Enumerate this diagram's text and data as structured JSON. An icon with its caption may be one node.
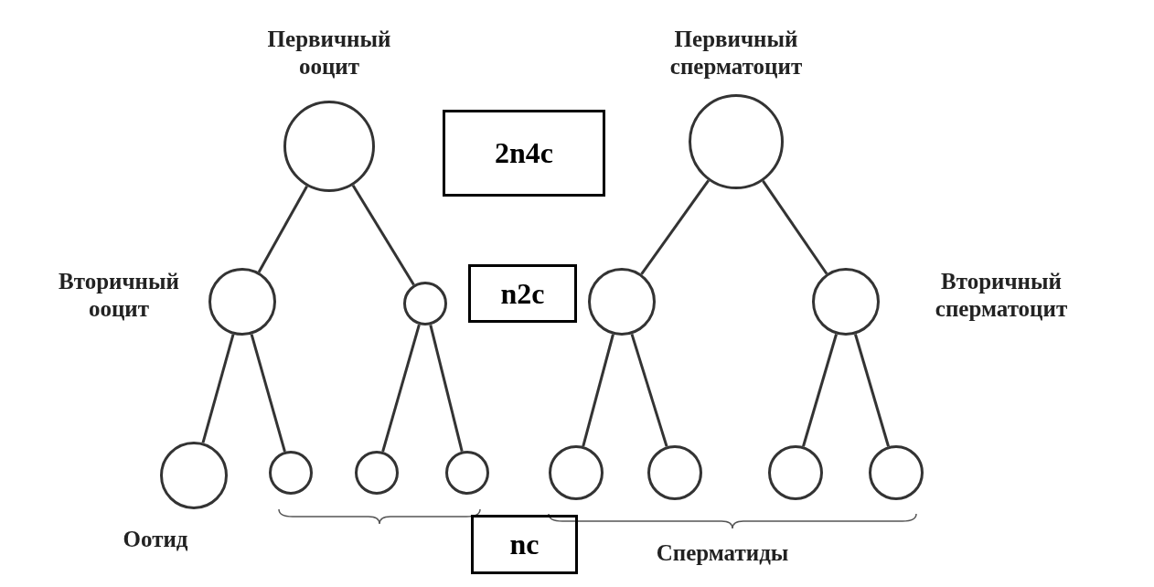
{
  "diagram": {
    "nodes": [
      {
        "text": [],
        "shape": "circle",
        "beside": [
          "Первичный ооцит"
        ]
      },
      {
        "text": [],
        "shape": "circle",
        "beside": [
          "Первичный сперматоцит"
        ]
      },
      {
        "text": [],
        "shape": "circle",
        "beside": [
          "Вторичный ооцит"
        ]
      },
      {
        "text": [],
        "shape": "circle"
      },
      {
        "text": [],
        "shape": "circle"
      },
      {
        "text": [],
        "shape": "circle",
        "beside": [
          "Вторичный сперматоцит"
        ]
      },
      {
        "text": [],
        "shape": "circle",
        "beside": [
          "Оотид"
        ]
      },
      {
        "text": [],
        "shape": "circle"
      },
      {
        "text": [],
        "shape": "circle"
      },
      {
        "text": [],
        "shape": "circle"
      },
      {
        "text": [],
        "shape": "circle"
      },
      {
        "text": [],
        "shape": "circle"
      },
      {
        "text": [],
        "shape": "circle"
      },
      {
        "text": [],
        "shape": "circle"
      },
      {
        "text": [
          "2n4c"
        ]
      },
      {
        "text": [
          "n2c"
        ]
      },
      {
        "text": [
          "nc"
        ]
      }
    ],
    "edges": [
      {
        "from": 0,
        "to": 2,
        "arrow": "none"
      },
      {
        "from": 0,
        "to": 3,
        "arrow": "none"
      },
      {
        "from": 1,
        "to": 4,
        "arrow": "none"
      },
      {
        "from": 1,
        "to": 5,
        "arrow": "none"
      },
      {
        "from": 2,
        "to": 6,
        "arrow": "none"
      },
      {
        "from": 2,
        "to": 7,
        "arrow": "none"
      },
      {
        "from": 3,
        "to": 8,
        "arrow": "none"
      },
      {
        "from": 3,
        "to": 9,
        "arrow": "none"
      },
      {
        "from": 4,
        "to": 10,
        "arrow": "none"
      },
      {
        "from": 4,
        "to": 11,
        "arrow": "none"
      },
      {
        "from": 5,
        "to": 12,
        "arrow": "none"
      },
      {
        "from": 5,
        "to": 13,
        "arrow": "none"
      }
    ],
    "labels": [
      "Сперматиды"
    ]
  }
}
